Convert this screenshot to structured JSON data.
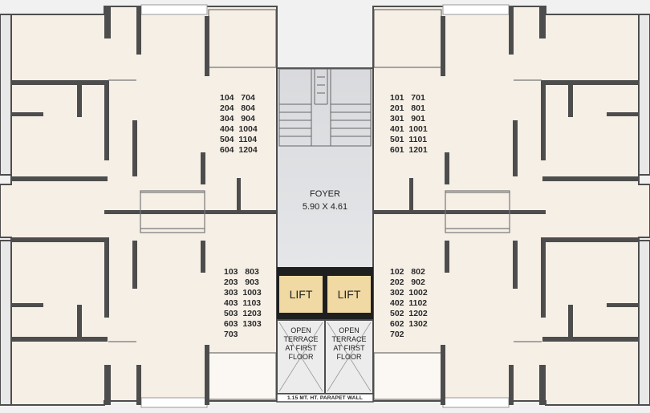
{
  "units": {
    "top_left": "104   704\n204   804\n304   904\n404  1004\n504  1104\n604  1204",
    "top_right": "101   701\n201   801\n301   901\n401  1001\n501  1101\n601  1201",
    "bottom_left": "103   803\n203   903\n303  1003\n403  1103\n503  1203\n603  1303\n703",
    "bottom_right": "102   802\n202   902\n302  1002\n402  1102\n502  1202\n602  1302\n702"
  },
  "foyer": {
    "title": "FOYER",
    "size": "5.90 X 4.61"
  },
  "lifts": [
    "LIFT",
    "LIFT"
  ],
  "terraces": [
    "OPEN\nTERRACE\nAT FIRST\nFLOOR",
    "OPEN\nTERRACE\nAT FIRST\nFLOOR"
  ],
  "parapet": "1.15 MT. HT. PARAPET WALL",
  "colors": {
    "floor": "#f5efe6",
    "wall": "#4d4d4d",
    "core": "#dcdde0",
    "lift": "#f1d9a3"
  }
}
